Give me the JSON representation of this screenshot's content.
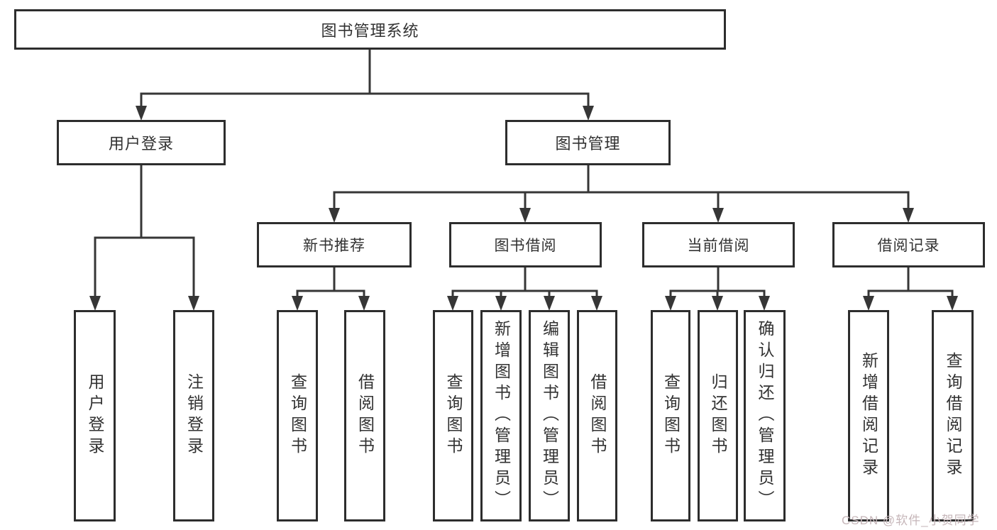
{
  "diagram": {
    "root": {
      "label": "图书管理系统"
    },
    "level2": [
      {
        "label": "用户登录"
      },
      {
        "label": "图书管理"
      }
    ],
    "level3": [
      {
        "label": "新书推荐"
      },
      {
        "label": "图书借阅"
      },
      {
        "label": "当前借阅"
      },
      {
        "label": "借阅记录"
      }
    ],
    "leaves": {
      "user_login": [
        "用户登录",
        "注销登录"
      ],
      "new_book": [
        "查询图书",
        "借阅图书"
      ],
      "book_borrow": [
        "查询图书",
        "新增图书（管理员）",
        "编辑图书（管理员）",
        "借阅图书"
      ],
      "current_borrow": [
        "查询图书",
        "归还图书",
        "确认归还（管理员）"
      ],
      "borrow_records": [
        "新增借阅记录",
        "查询借阅记录"
      ]
    },
    "colors": {
      "line": "#363636",
      "border": "#2d2d2d",
      "text": "#323232",
      "background": "#ffffff",
      "watermark": "#c6b6b9"
    }
  },
  "watermark": {
    "text": "CSDN @软件_小贺同学"
  }
}
